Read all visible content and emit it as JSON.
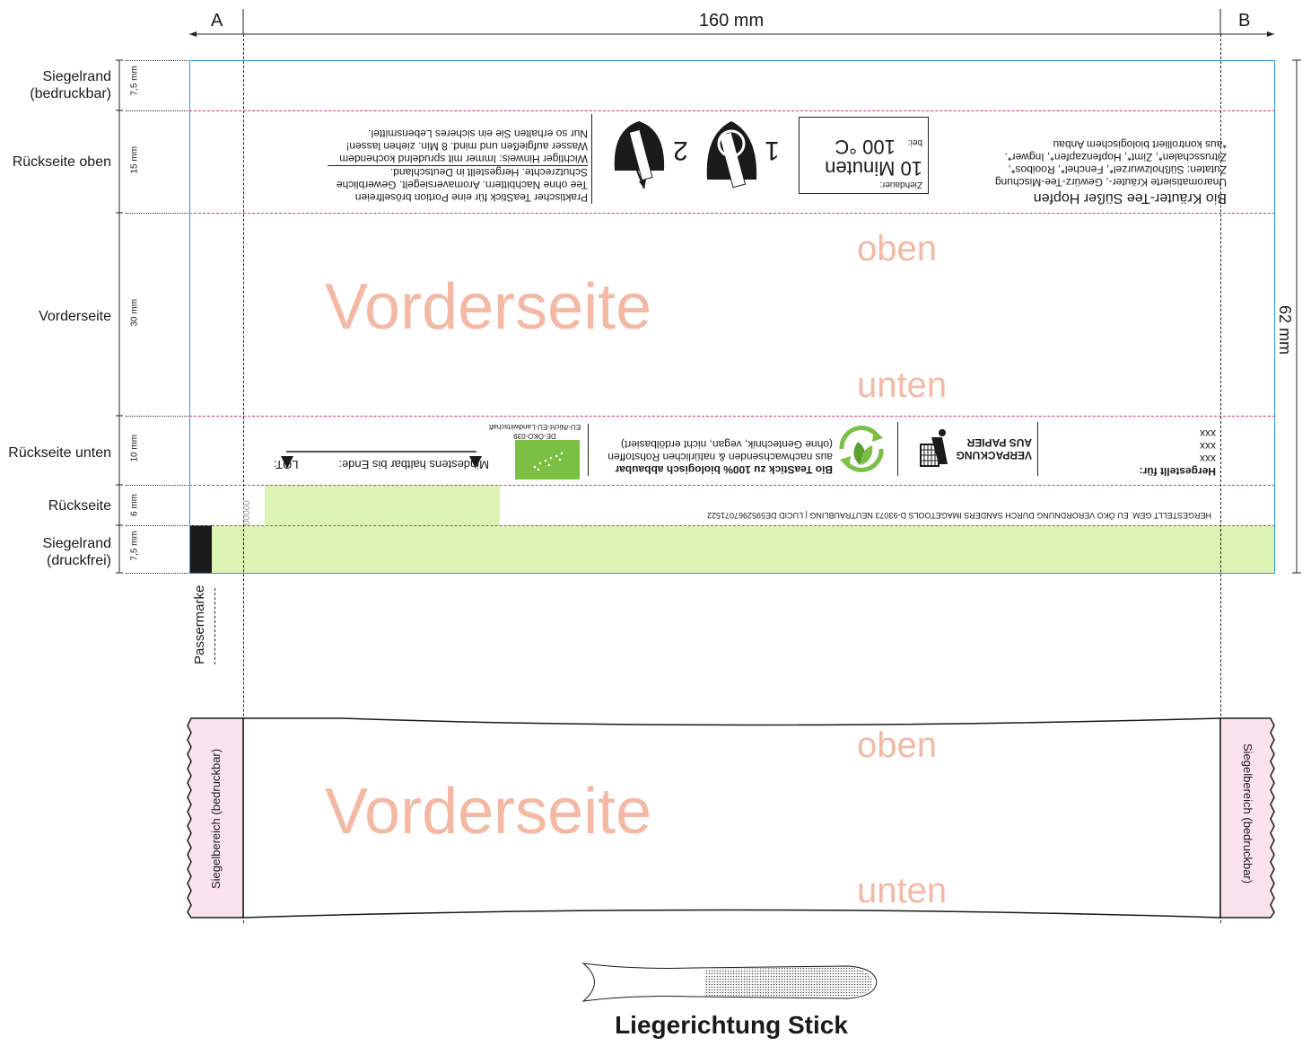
{
  "dimensions": {
    "width_label": "160 mm",
    "height_label": "62 mm",
    "mark_a": "A",
    "mark_b": "B"
  },
  "zones": [
    {
      "label": "Siegelrand\n(bedruckbar)",
      "mm": "7,5 mm"
    },
    {
      "label": "Rückseite oben",
      "mm": "15 mm"
    },
    {
      "label": "Vorderseite",
      "mm": "30 mm"
    },
    {
      "label": "Rückseite unten",
      "mm": "10 mm"
    },
    {
      "label": "Rückseite",
      "mm": "6 mm"
    },
    {
      "label": "Siegelrand\n(druckfrei)",
      "mm": "7,5 mm"
    }
  ],
  "front": {
    "main": "Vorderseite",
    "top": "oben",
    "bottom": "unten"
  },
  "back_top": {
    "product_title": "Bio Kräuter-Tee Süßer Hopfen",
    "product_lines": [
      "Unaromatisierte Kräuter-, Gewürz-Tee-Mischung",
      "Zutaten: Süßholzwurzel*, Fenchel*, Rooibos*,",
      "Zitrusschalen*, Zimt*, Hopfenzapfen*, Ingwer*.",
      "*aus kontrolliert biologischem Anbau"
    ],
    "steep_label": "Ziehdauer:",
    "steep_time": "10 Minuten",
    "steep_at": "bei:",
    "steep_temp": "100 °C",
    "step1": "1",
    "step2": "2",
    "info_lines": [
      "Praktischer TeaStick für eine Portion bröselfreien",
      "Tee ohne Nachbittern. Aromaversiegelt. Gewerbliche",
      "Schutzrechte. Hergestellt in Deutschland.",
      "Wichtiger Hinweis: Immer mit sprudelnd kochendem",
      "Wasser aufgießen und mind. 8 Min. ziehen lassen!",
      "Nur so erhalten Sie ein sicheres Lebensmittel."
    ]
  },
  "back_bottom": {
    "made_for": "Hergestellt für:",
    "xxx": [
      "xxx",
      "xxx",
      "xxx"
    ],
    "packaging_1": "VERPACKUNG",
    "packaging_2": "AUS PAPIER",
    "bio_1": "Bio TeaStick zu 100% biologisch abbaubar",
    "bio_2": "aus nachwachsenden & natürlichen Rohstoffen",
    "bio_3": "(ohne Gentechnik, vegan, nicht erdölbasiert)",
    "eco_code": "DE-ÖKO-039",
    "eco_origin": "EU-/Nicht-EU-Landwirtschaft",
    "best_before": "Mindestens haltbar bis Ende:",
    "lot": "LOT:",
    "code": "00000"
  },
  "legal_line": "HERGESTELLT GEM. EU ÖKO VERORDNUNG DURCH SANDERS IMAGETOOLS D-93073 NEUTRAUBLING | LUCID DE5952967071522",
  "passermarke": "Passermarke",
  "stick_preview": {
    "seal_left": "Siegelbereich (bedruckbar)",
    "seal_right": "Siegelbereich (bedruckbar)",
    "main": "Vorderseite",
    "top": "oben",
    "bottom": "unten"
  },
  "caption": "Liegerichtung Stick",
  "colors": {
    "cut_line": "#2e9ad8",
    "fold_line": "#e0307a",
    "seal_green": "#dcf3b3",
    "seal_pink": "#fbe3ee",
    "faint_text": "#f3b9a5",
    "eco_green": "#7bc043"
  }
}
